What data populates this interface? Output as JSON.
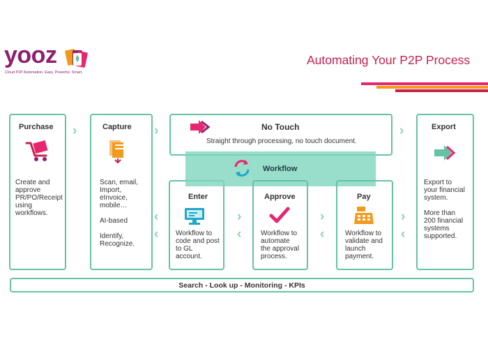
{
  "logo": {
    "brand": "yooz",
    "tagline": "Cloud P2P Automation. Easy. Powerful. Smart."
  },
  "header": {
    "title": "Automating Your P2P Process"
  },
  "stages": {
    "purchase": {
      "title": "Purchase",
      "text": "Create and\napprove\nPR/PO/Receipt\nusing\nworkflows."
    },
    "capture": {
      "title": "Capture",
      "text": "Scan, email,\nImport,\neInvoice,\nmobile…\n\nAI-based\n\nIdentify,\nRecognize."
    },
    "notouch": {
      "title": "No Touch",
      "text": "Straight through processing, no touch document."
    },
    "workflow": {
      "title": "Workflow"
    },
    "enter": {
      "title": "Enter",
      "text": "Workflow to\ncode and post\nto GL\naccount."
    },
    "approve": {
      "title": "Approve",
      "text": "Workflow to\nautomate\nthe approval\nprocess."
    },
    "pay": {
      "title": "Pay",
      "text": "Workflow to\nvalidate and\nlaunch\npayment."
    },
    "export": {
      "title": "Export",
      "text": "Export to\nyour financial\nsystem.\n\nMore than\n200 financial\nsystems\nsupported."
    }
  },
  "footer_bar": {
    "text": "Search - Look up - Monitoring - KPIs"
  },
  "colors": {
    "brand_purple": "#8e1f6e",
    "title_red": "#c8204f",
    "teal": "#64c3a4",
    "pink": "#e6276f",
    "orange": "#f29a1e",
    "magenta": "#c8204f"
  },
  "chevron_glyph": "›",
  "chevron_left_glyph": "‹"
}
